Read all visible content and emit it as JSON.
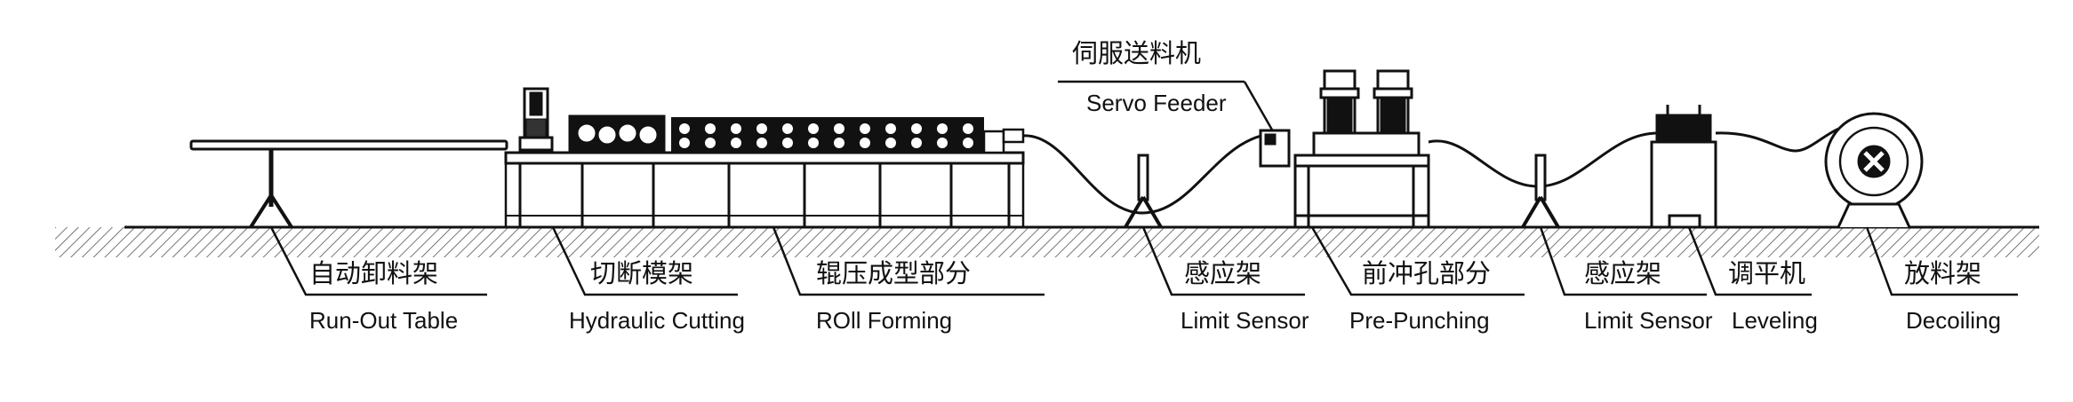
{
  "servo_feeder": {
    "cn": "伺服送料机",
    "en": "Servo Feeder"
  },
  "stations": [
    {
      "key": "run-out-table",
      "cn": "自动卸料架",
      "en": "Run-Out Table"
    },
    {
      "key": "hydraulic-cutting",
      "cn": "切断模架",
      "en": "Hydraulic Cutting"
    },
    {
      "key": "roll-forming",
      "cn": "辊压成型部分",
      "en": "ROll Forming"
    },
    {
      "key": "limit-sensor-1",
      "cn": "感应架",
      "en": "Limit Sensor"
    },
    {
      "key": "pre-punching",
      "cn": "前冲孔部分",
      "en": "Pre-Punching"
    },
    {
      "key": "limit-sensor-2",
      "cn": "感应架",
      "en": "Limit Sensor"
    },
    {
      "key": "leveling",
      "cn": "调平机",
      "en": "Leveling"
    },
    {
      "key": "decoiling",
      "cn": "放料架",
      "en": "Decoiling"
    }
  ]
}
